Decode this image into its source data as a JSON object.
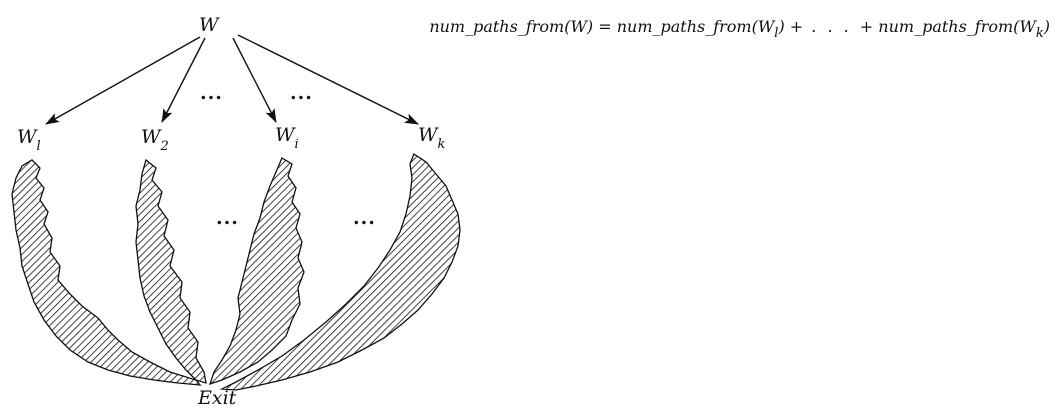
{
  "diagram": {
    "root": {
      "label": "W"
    },
    "children": [
      {
        "label": "W",
        "subscript": "l"
      },
      {
        "label": "W",
        "subscript": "2"
      },
      {
        "label": "W",
        "subscript": "i"
      },
      {
        "label": "W",
        "subscript": "k"
      }
    ],
    "sink": {
      "label": "Exit"
    },
    "ellipses": [
      "...",
      "...",
      "...",
      "..."
    ],
    "formula": {
      "lhs": "num_paths_from(W) = ",
      "term1_prefix": "num_paths_from(W",
      "term1_sub": "l",
      "term1_suffix": ") +",
      "dots": " . . . ",
      "term2_prefix": "+ num_paths_from(W",
      "term2_sub": "k",
      "term2_suffix": ")"
    }
  },
  "colors": {
    "ink": "#111111",
    "background": "#ffffff"
  }
}
